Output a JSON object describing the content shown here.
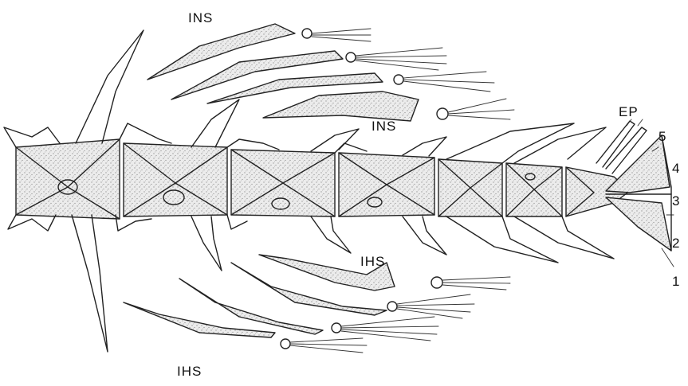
{
  "figure": {
    "labels": {
      "ins_top": "INS",
      "ins_mid": "INS",
      "ihs_mid": "IHS",
      "ihs_bottom": "IHS",
      "ep": "EP",
      "hypural_5": "5",
      "hypural_4": "4",
      "hypural_3": "3",
      "hypural_2": "2",
      "hypural_1": "1"
    },
    "colors": {
      "ink": "#222222",
      "stipple": "#9a9a9a",
      "background": "#ffffff"
    }
  }
}
